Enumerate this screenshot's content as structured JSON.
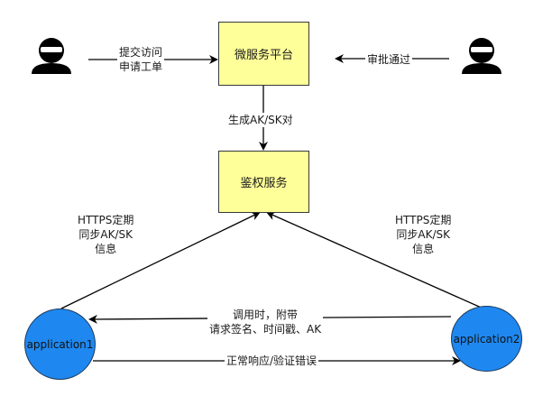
{
  "nodes": {
    "platform": "微服务平台",
    "auth": "鉴权服务",
    "app1": "application1",
    "app2": "application2"
  },
  "edges": {
    "submit": [
      "提交访问",
      "申请工单"
    ],
    "approve": "审批通过",
    "generate": "生成AK/SK对",
    "sync_left": [
      "HTTPS定期",
      "同步AK/SK",
      "信息"
    ],
    "sync_right": [
      "HTTPS定期",
      "同步AK/SK",
      "信息"
    ],
    "call": [
      "调用时，附带",
      "请求签名、时间戳、AK"
    ],
    "response": "正常响应/验证错误"
  },
  "icons": {
    "left_user": "user-icon",
    "right_user": "user-icon"
  }
}
